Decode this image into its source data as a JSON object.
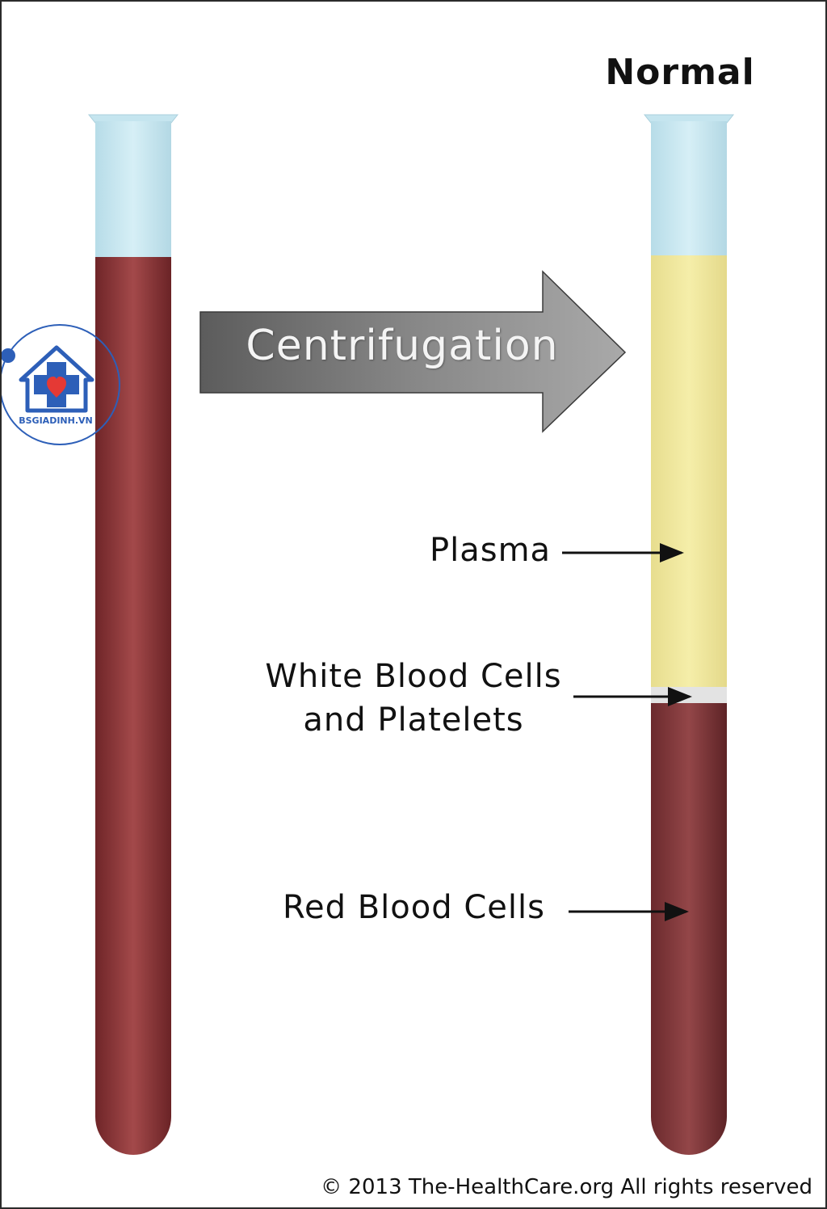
{
  "title": "Normal",
  "process_arrow": {
    "label": "Centrifugation"
  },
  "labels": {
    "plasma": "Plasma",
    "wbc_line1": "White Blood Cells",
    "wbc_line2": "and Platelets",
    "rbc": "Red Blood Cells"
  },
  "copyright": "© 2013 The-HealthCare.org  All rights reserved",
  "watermark": {
    "text": "BSGIADINH.VN"
  },
  "colors": {
    "whole_blood": "#8e3a3c",
    "plasma": "#efe79f",
    "buffy_coat": "#e3e3e3",
    "red_cells": "#823c3e",
    "tube_top": "#c8e8f1",
    "arrow": "#8a8a8a",
    "logo": "#2d5fb8",
    "heart": "#e53935"
  }
}
